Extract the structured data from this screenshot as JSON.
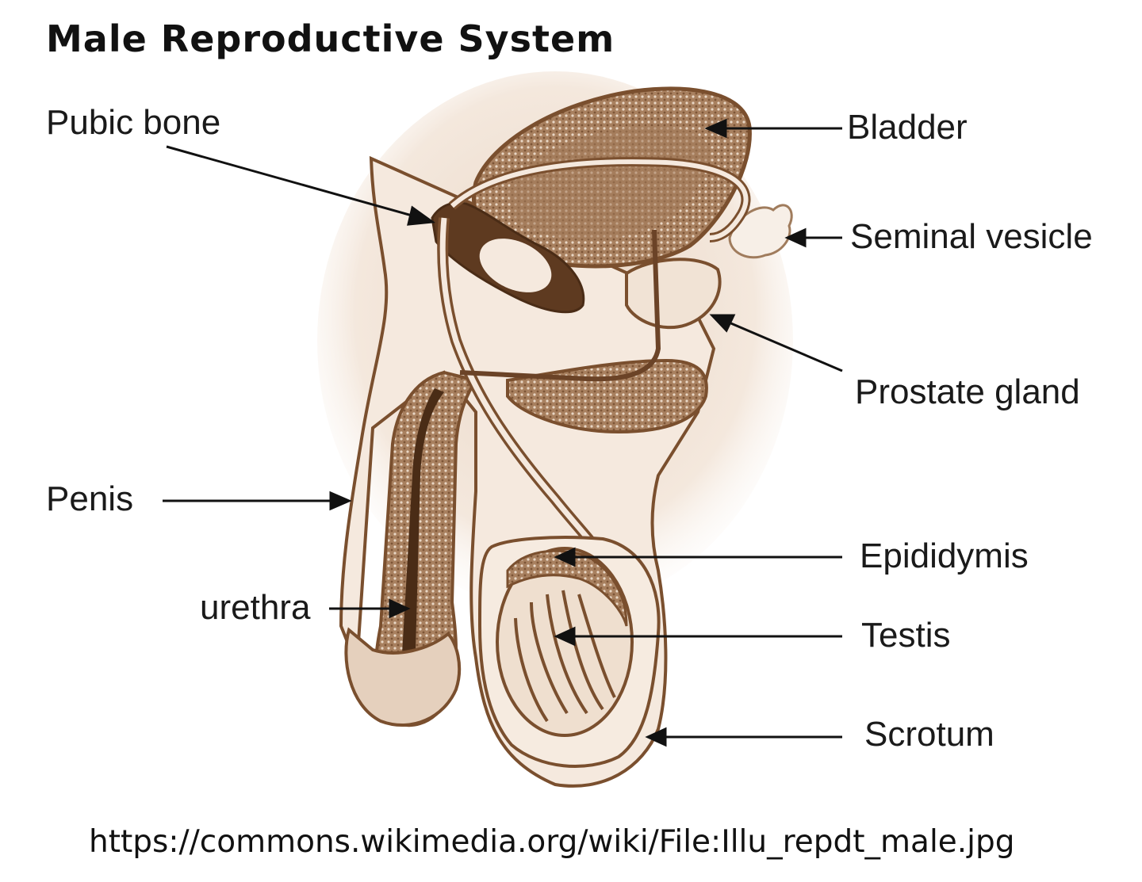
{
  "title": "Male Reproductive System",
  "labels": {
    "pubic_bone": "Pubic bone",
    "bladder": "Bladder",
    "seminal_vesicle": "Seminal vesicle",
    "prostate_gland": "Prostate gland",
    "penis": "Penis",
    "urethra": "urethra",
    "epididymis": "Epididymis",
    "testis": "Testis",
    "scrotum": "Scrotum"
  },
  "source": "https://commons.wikimedia.org/wiki/File:Illu_repdt_male.jpg",
  "colors": {
    "outline": "#7a4f2e",
    "fill_light": "#f3e6da",
    "fill_mid": "#c9a88a",
    "fill_dark": "#6b4327",
    "arrow": "#111111"
  }
}
